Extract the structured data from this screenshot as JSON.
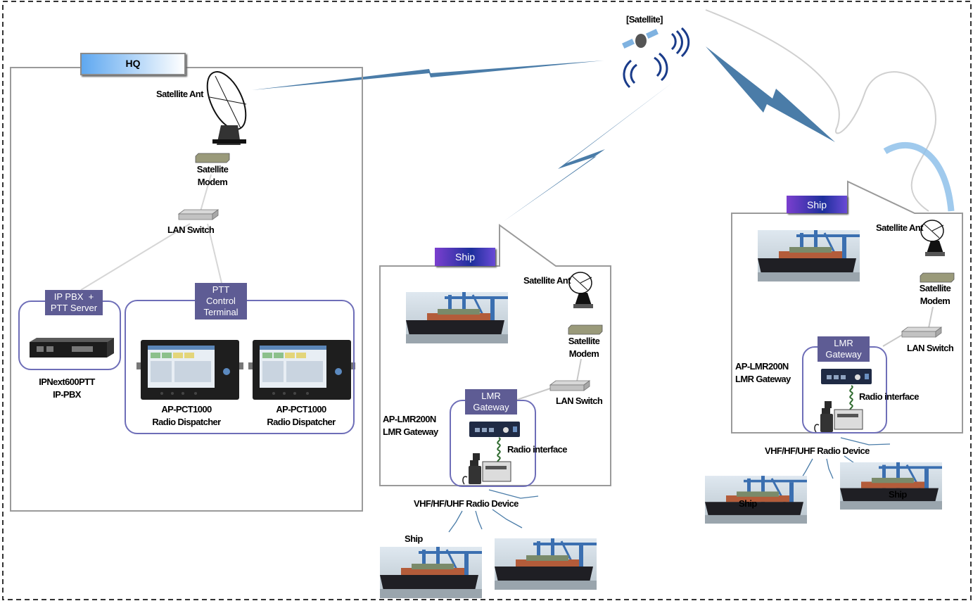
{
  "hq": {
    "tag": "HQ",
    "satellite_ant": "Satellite Ant",
    "modem": "Satellite\nModem",
    "lan_switch": "LAN Switch",
    "ippbx_tag": "IP PBX  +\nPTT Server",
    "ippbx_caption": "IPNext600PTT\nIP-PBX",
    "ptt_tag": "PTT\nControl\nTerminal",
    "dispatcher_1": "AP-PCT1000\nRadio Dispatcher",
    "dispatcher_2": "AP-PCT1000\nRadio Dispatcher"
  },
  "satellite": "[Satellite]",
  "ship_middle": {
    "tag": "Ship",
    "satellite_ant": "Satellite Ant",
    "modem": "Satellite\nModem",
    "lan_switch": "LAN Switch",
    "lmr_tag": "LMR\nGateway",
    "gateway_caption": "AP-LMR200N\nLMR Gateway",
    "radio_interface": "Radio interface",
    "radio_device": "VHF/HF/UHF Radio Device",
    "ship_label": "Ship"
  },
  "ship_right": {
    "tag": "Ship",
    "satellite_ant": "Satellite Ant",
    "modem": "Satellite\nModem",
    "lan_switch": "LAN Switch",
    "lmr_tag": "LMR\nGateway",
    "gateway_caption": "AP-LMR200N\nLMR Gateway",
    "radio_interface": "Radio interface",
    "radio_device": "VHF/HF/UHF Radio Device",
    "ship_label_1": "Ship",
    "ship_label_2": "Ship"
  },
  "colors": {
    "link_blue": "#4a7ca8",
    "group_border": "#6e6eb8",
    "tag_purple": "#5e5c94",
    "box_border": "#9a9a9a"
  }
}
